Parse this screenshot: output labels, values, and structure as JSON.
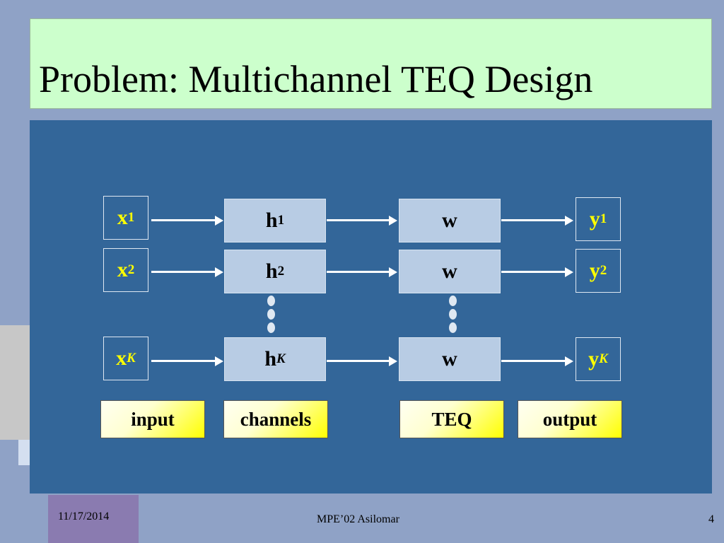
{
  "slide": {
    "title": "Problem: Multichannel TEQ Design"
  },
  "diagram": {
    "rows": [
      {
        "input": "x",
        "input_sub": "1",
        "channel": "h",
        "channel_sub": "1",
        "teq": "w",
        "output": "y",
        "output_sub": "1"
      },
      {
        "input": "x",
        "input_sub": "2",
        "channel": "h",
        "channel_sub": "2",
        "teq": "w",
        "output": "y",
        "output_sub": "2"
      },
      {
        "input": "x",
        "input_sub": "K",
        "channel": "h",
        "channel_sub": "K",
        "teq": "w",
        "output": "y",
        "output_sub": "K"
      }
    ],
    "labels": {
      "input": "input",
      "channels": "channels",
      "teq": "TEQ",
      "output": "output"
    }
  },
  "footer": {
    "date": "11/17/2014",
    "center": "MPE’02 Asilomar",
    "page": "4"
  },
  "colors": {
    "panel": "#336699",
    "title_bg": "#ccffcc",
    "signal_text": "#ffff00",
    "block_bg": "#b8cce4"
  }
}
